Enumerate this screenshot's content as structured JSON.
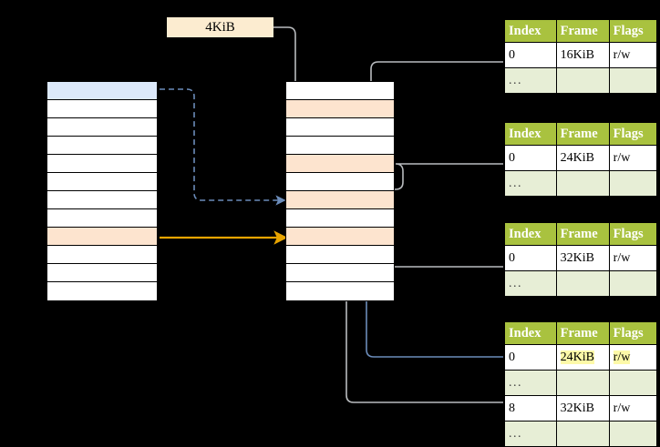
{
  "background": "#000000",
  "colors": {
    "header_green": "#a9c23f",
    "alt_row_green": "#e7eed6",
    "highlight_yellow": "#fdf9a8",
    "peach_row": "#fde4cf",
    "blue_row": "#dce9fa",
    "tag_bg": "#fcecd0",
    "wire_gray": "#b3b3b3",
    "wire_blue": "#6b8cba",
    "wire_orange": "#e8a400"
  },
  "tag": {
    "label": "4KiB"
  },
  "left_column": {
    "name": "virtual-address-space-column",
    "rows": [
      {
        "index": 0,
        "fill": "blue"
      },
      {
        "index": 1,
        "fill": "white"
      },
      {
        "index": 2,
        "fill": "white"
      },
      {
        "index": 3,
        "fill": "white"
      },
      {
        "index": 4,
        "fill": "white"
      },
      {
        "index": 5,
        "fill": "white"
      },
      {
        "index": 6,
        "fill": "white"
      },
      {
        "index": 7,
        "fill": "white"
      },
      {
        "index": 8,
        "fill": "peach"
      },
      {
        "index": 9,
        "fill": "white"
      },
      {
        "index": 10,
        "fill": "white"
      },
      {
        "index": 11,
        "fill": "white"
      }
    ]
  },
  "middle_column": {
    "name": "physical-memory-column",
    "rows": [
      {
        "index": 0,
        "fill": "white"
      },
      {
        "index": 1,
        "fill": "peach"
      },
      {
        "index": 2,
        "fill": "white"
      },
      {
        "index": 3,
        "fill": "white"
      },
      {
        "index": 4,
        "fill": "peach"
      },
      {
        "index": 5,
        "fill": "white"
      },
      {
        "index": 6,
        "fill": "peach"
      },
      {
        "index": 7,
        "fill": "white"
      },
      {
        "index": 8,
        "fill": "peach"
      },
      {
        "index": 9,
        "fill": "white"
      },
      {
        "index": 10,
        "fill": "white"
      },
      {
        "index": 11,
        "fill": "white"
      }
    ]
  },
  "page_tables": [
    {
      "name": "page-table-level-1",
      "headers": [
        "Index",
        "Frame",
        "Flags"
      ],
      "rows": [
        {
          "cells": [
            "0",
            "16KiB",
            "r/w"
          ],
          "style": "normal",
          "highlight": []
        },
        {
          "cells": [
            "...",
            "",
            ""
          ],
          "style": "alt",
          "highlight": []
        }
      ]
    },
    {
      "name": "page-table-level-2",
      "headers": [
        "Index",
        "Frame",
        "Flags"
      ],
      "rows": [
        {
          "cells": [
            "0",
            "24KiB",
            "r/w"
          ],
          "style": "normal",
          "highlight": []
        },
        {
          "cells": [
            "...",
            "",
            ""
          ],
          "style": "alt",
          "highlight": []
        }
      ]
    },
    {
      "name": "page-table-level-3",
      "headers": [
        "Index",
        "Frame",
        "Flags"
      ],
      "rows": [
        {
          "cells": [
            "0",
            "32KiB",
            "r/w"
          ],
          "style": "normal",
          "highlight": []
        },
        {
          "cells": [
            "...",
            "",
            ""
          ],
          "style": "alt",
          "highlight": []
        }
      ]
    },
    {
      "name": "page-table-level-4",
      "headers": [
        "Index",
        "Frame",
        "Flags"
      ],
      "rows": [
        {
          "cells": [
            "0",
            "24KiB",
            "r/w"
          ],
          "style": "normal",
          "highlight": [
            1,
            2
          ]
        },
        {
          "cells": [
            "...",
            "",
            ""
          ],
          "style": "alt",
          "highlight": []
        },
        {
          "cells": [
            "8",
            "32KiB",
            "r/w"
          ],
          "style": "normal",
          "highlight": []
        },
        {
          "cells": [
            "...",
            "",
            ""
          ],
          "style": "alt",
          "highlight": []
        }
      ]
    }
  ]
}
